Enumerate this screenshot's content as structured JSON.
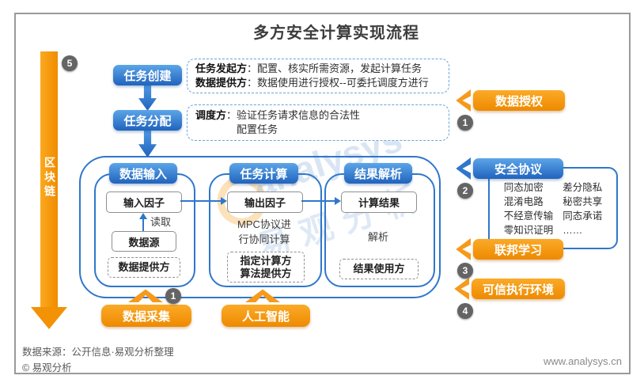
{
  "title": "多方安全计算实现流程",
  "left_bar": {
    "label": "区块链",
    "badge": "5"
  },
  "top_flow": {
    "create_label": "任务创建",
    "assign_label": "任务分配",
    "create_desc": {
      "row1_label": "任务发起方",
      "row1_sep": "：",
      "row1_text": "配置、核实所需资源，发起计算任务",
      "row2_label": "数据提供方",
      "row2_sep": "：",
      "row2_text": "数据使用进行授权--可委托调度方进行"
    },
    "assign_desc": {
      "row1_label": "调度方",
      "row1_sep": "：",
      "row1_text": "验证任务请求信息的合法性",
      "row2_text": "配置任务"
    }
  },
  "pipeline": {
    "col1": {
      "header": "数据输入",
      "factor": "输入因子",
      "arrow_label": "读取",
      "source": "数据源",
      "dashed": "数据提供方"
    },
    "col2": {
      "header": "任务计算",
      "factor": "输出因子",
      "note_line1": "MPC协议进",
      "note_line2": "行协同计算",
      "dashed_line1": "指定计算方",
      "dashed_line2": "算法提供方"
    },
    "col3": {
      "header": "结果解析",
      "factor": "计算结果",
      "note": "解析",
      "dashed": "结果使用方"
    }
  },
  "right_side": {
    "data_auth": {
      "label": "数据授权",
      "badge": "1"
    },
    "security_protocol": {
      "label": "安全协议",
      "badge": "2"
    },
    "protocols": [
      "同态加密",
      "差分隐私",
      "混淆电路",
      "秘密共享",
      "不经意传输",
      "同态承诺",
      "零知识证明",
      "……"
    ],
    "federated_learning": {
      "label": "联邦学习",
      "badge": "3"
    },
    "tee": {
      "label": "可信执行环境",
      "badge": "4"
    }
  },
  "bottom": {
    "data_collect": {
      "label": "数据采集",
      "badge": "1"
    },
    "ai": {
      "label": "人工智能"
    }
  },
  "watermark": {
    "text1": "analysys",
    "text2": "易观分析"
  },
  "footer": {
    "source": "数据来源：公开信息·易观分析整理",
    "copyright": "© 易观分析",
    "site": "www.analysys.cn"
  },
  "colors": {
    "orange": "#F59A1B",
    "blue": "#2F77CB",
    "badge_gray": "#646464"
  }
}
